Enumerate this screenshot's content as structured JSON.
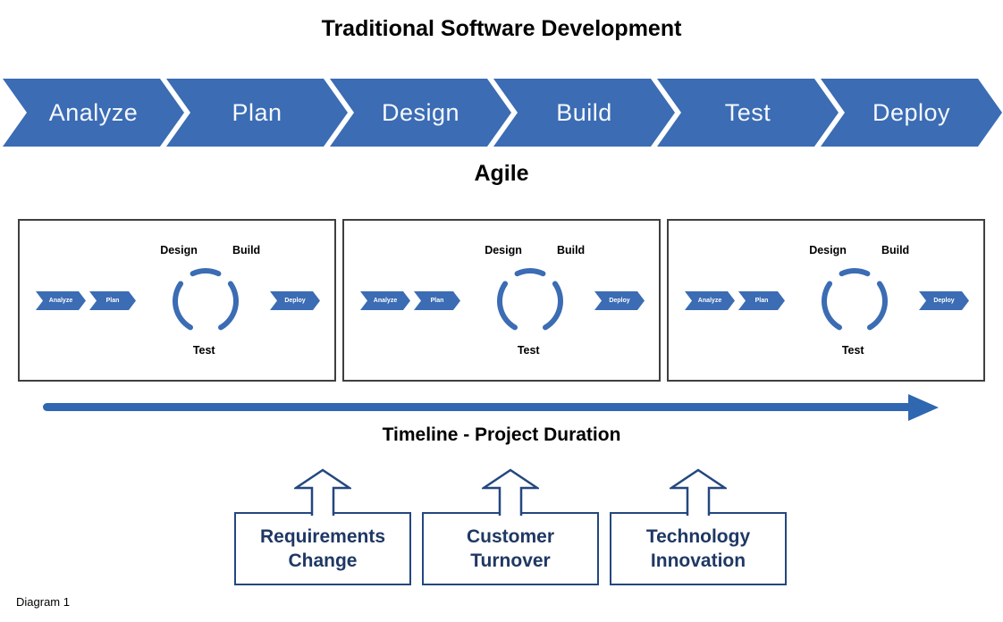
{
  "title": "Traditional Software Development",
  "colors": {
    "chevron_blue": "#3b6cb4",
    "timeline_blue": "#2f67b1",
    "driver_navy": "#1f3864",
    "box_border_gray": "#3f3f3f"
  },
  "traditional": {
    "stages": [
      "Analyze",
      "Plan",
      "Design",
      "Build",
      "Test",
      "Deploy"
    ]
  },
  "agile": {
    "heading": "Agile",
    "iteration": {
      "pre": [
        "Analyze",
        "Plan"
      ],
      "cycle": [
        "Design",
        "Build",
        "Test"
      ],
      "post": "Deploy"
    },
    "iterations_count": 3
  },
  "timeline": {
    "label": "Timeline - Project Duration"
  },
  "drivers": [
    {
      "label": "Requirements Change",
      "lines": [
        "Requirements",
        "Change"
      ]
    },
    {
      "label": "Customer Turnover",
      "lines": [
        "Customer",
        "Turnover"
      ]
    },
    {
      "label": "Technology Innovation",
      "lines": [
        "Technology",
        "Innovation"
      ]
    }
  ],
  "caption": "Diagram 1"
}
